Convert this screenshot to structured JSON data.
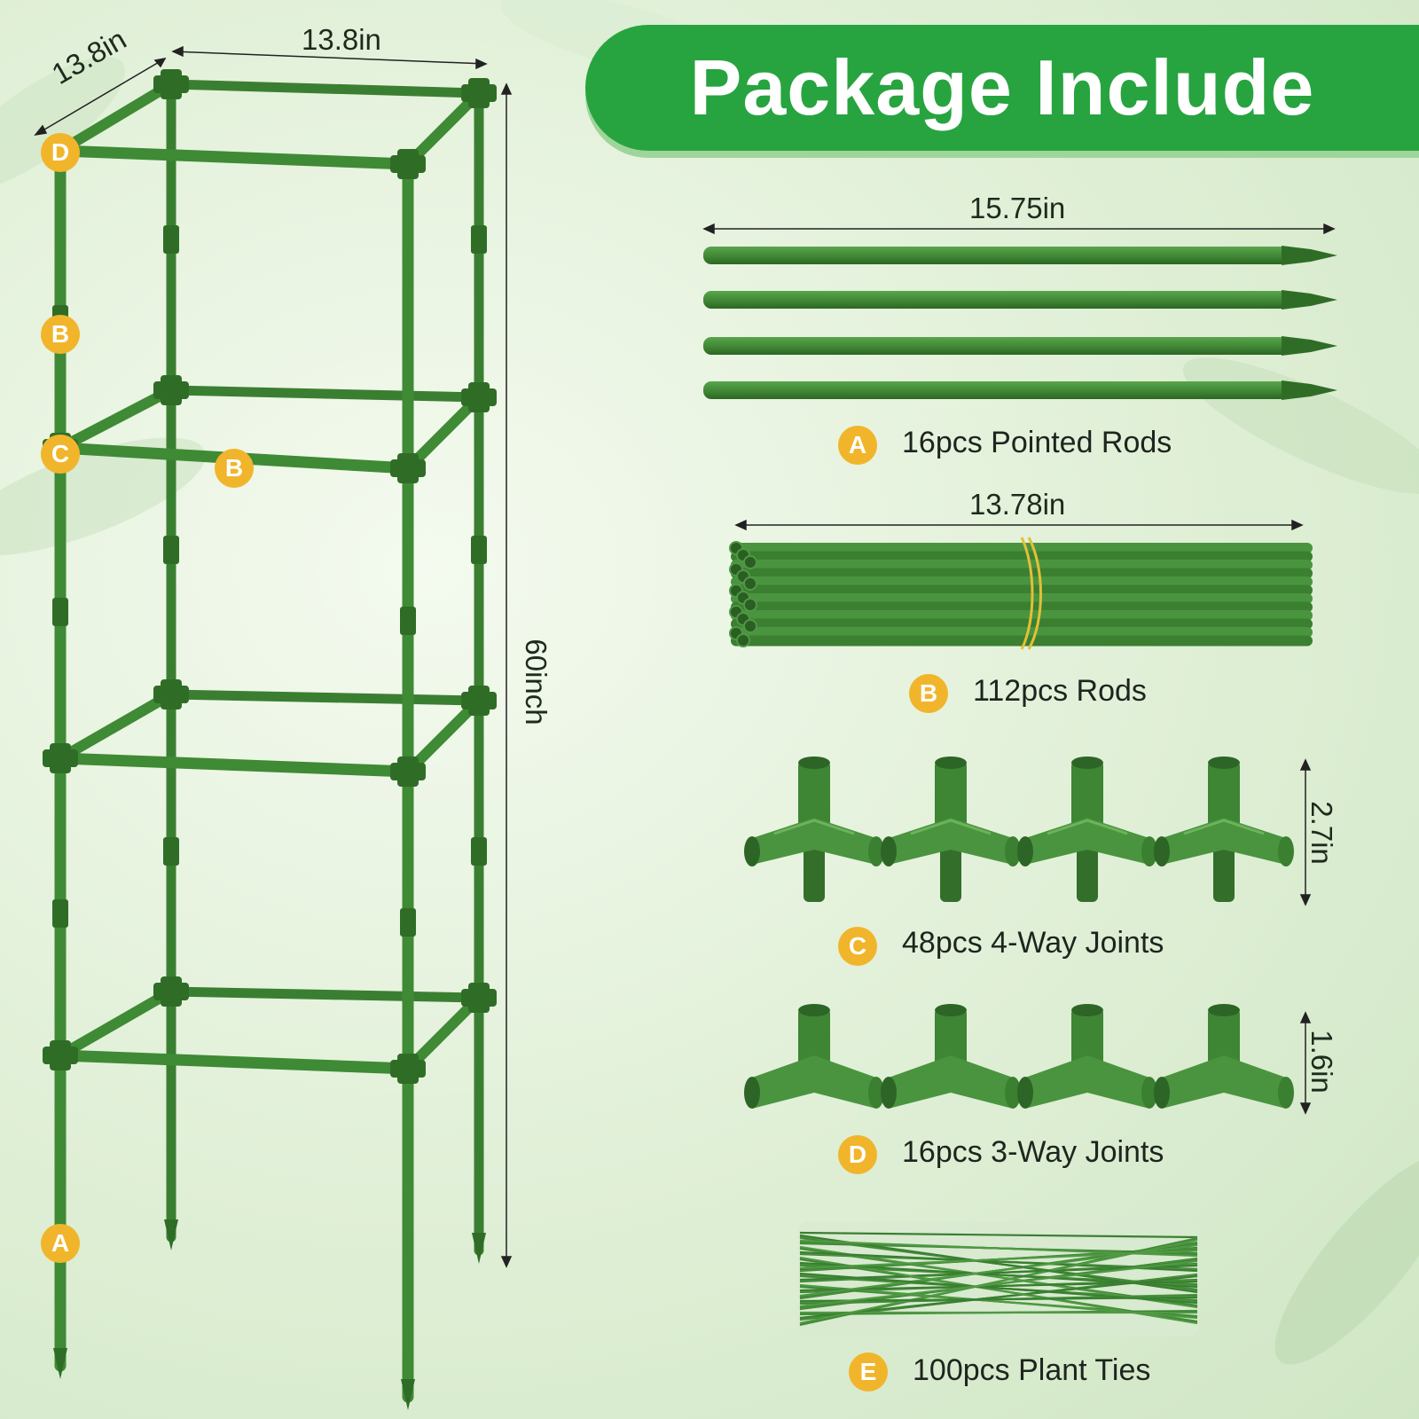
{
  "banner": {
    "title": "Package Include"
  },
  "trellis": {
    "width_label": "13.8in",
    "depth_label": "13.8in",
    "height_label": "60inch",
    "markers": [
      "D",
      "B",
      "C",
      "B",
      "A"
    ]
  },
  "items": [
    {
      "letter": "A",
      "label": "16pcs Pointed Rods",
      "dimension": "15.75in"
    },
    {
      "letter": "B",
      "label": "112pcs Rods",
      "dimension": "13.78in"
    },
    {
      "letter": "C",
      "label": "48pcs 4-Way Joints",
      "dimension": "2.7in"
    },
    {
      "letter": "D",
      "label": "16pcs 3-Way Joints",
      "dimension": "1.6in"
    },
    {
      "letter": "E",
      "label": "100pcs Plant Ties"
    }
  ],
  "colors": {
    "rod": "#3f8a35",
    "rod_dark": "#2f6d27",
    "banner": "#27a43f",
    "badge": "#f1b52b"
  }
}
